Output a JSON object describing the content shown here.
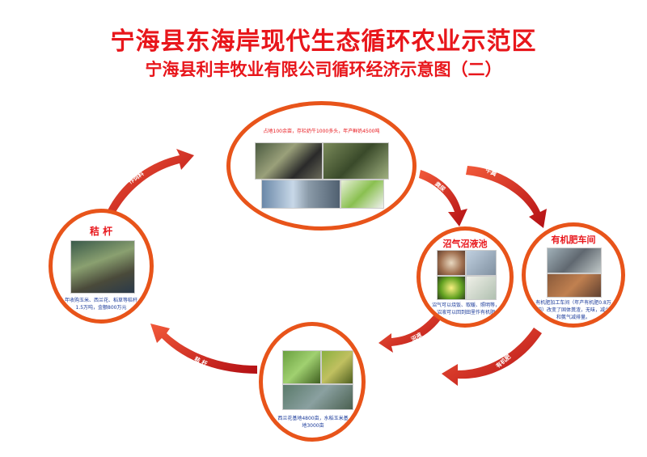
{
  "header": {
    "title": "宁海县东海岸现代生态循环农业示范区",
    "subtitle": "宁海县利丰牧业有限公司循环经济示意图（二）"
  },
  "nodes": {
    "farm": {
      "caption": "占地100余亩，存栏奶牛1000多头，年产鲜奶4500吨"
    },
    "straw": {
      "label": "秸 杆",
      "caption": "年收购玉米、西兰花、稻草等秸秆1.5万吨，金额800万元"
    },
    "biogas": {
      "label": "沼气沼液池",
      "caption": "沼气可以烧饭、取暖、照明等，沼液可以回到田里作有机肥"
    },
    "fertilizer": {
      "label": "有机肥车间",
      "caption": "有机肥加工车间（年产有机肥0.8万吨）改变了固体粪渣，无味，减少和氨气减排量。"
    },
    "crops": {
      "caption": "西兰花基地4800亩，水稻玉米基地3000亩"
    }
  },
  "arrows": {
    "to_farm": "作饲料",
    "to_biogas": "粪尿",
    "to_fertilizer": "牛粪",
    "biogas_to_crops": "沼液",
    "fertilizer_to_crops": "有机肥",
    "crops_to_straw": "秸 杆"
  },
  "colors": {
    "title": "#e8161b",
    "ring": "#e8541a",
    "arrow": "#d3161a"
  }
}
